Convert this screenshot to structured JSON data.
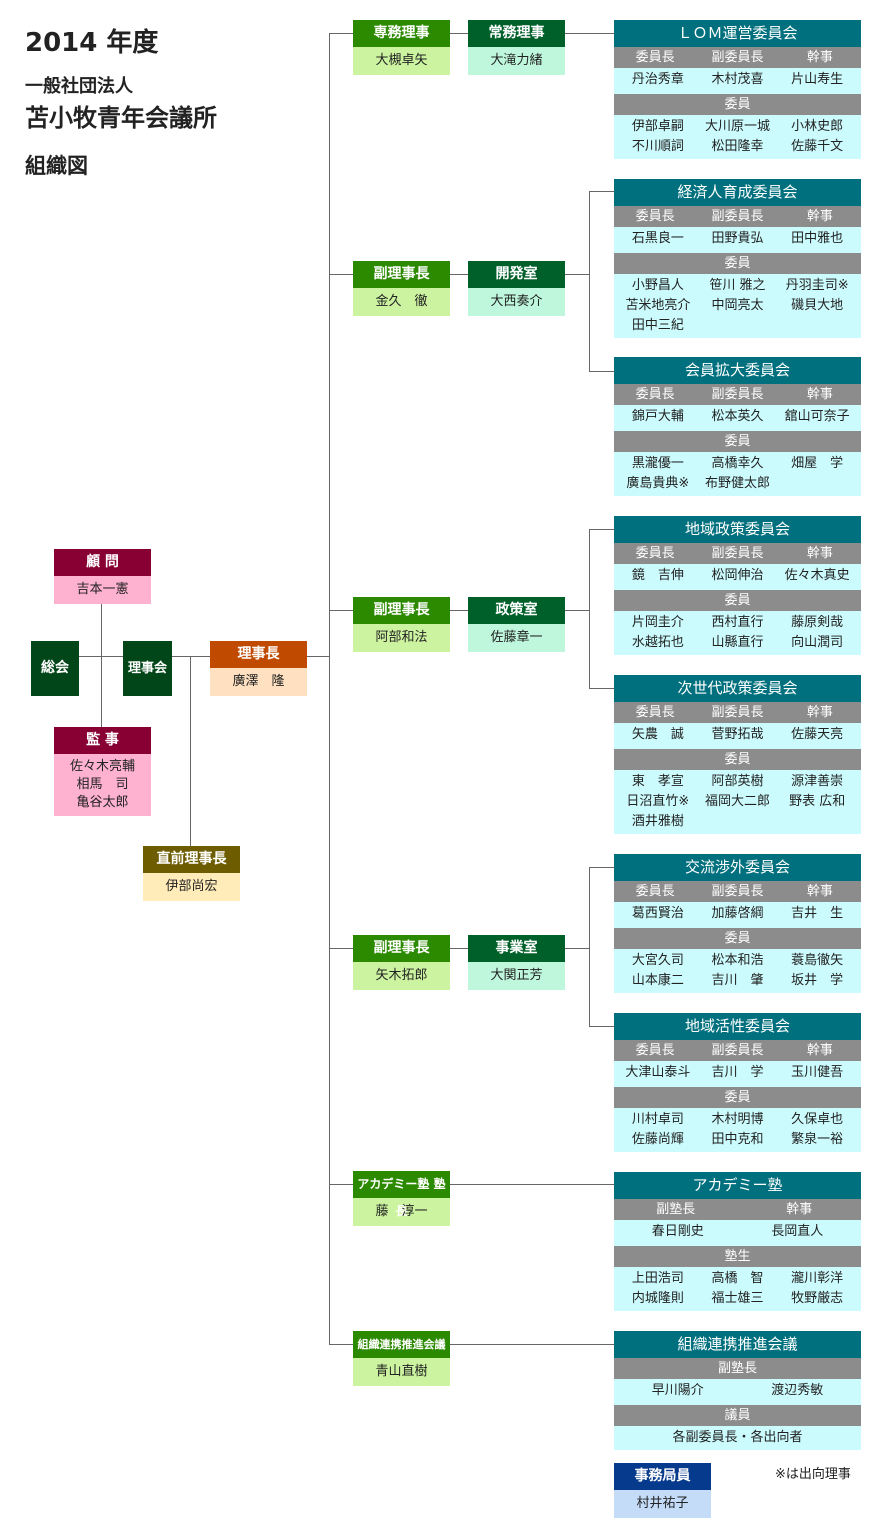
{
  "title": {
    "year": "2014 年度",
    "sub": "一般社団法人",
    "main": "苫小牧青年会議所",
    "org": "組織図"
  },
  "left": {
    "komon": {
      "label": "顧 問",
      "name": "吉本一憲"
    },
    "sokai": {
      "label": "総会"
    },
    "rijikai": {
      "label": "理事会"
    },
    "rijicho": {
      "label": "理事長",
      "name": "廣澤　隆"
    },
    "kanji": {
      "label": "監 事",
      "names": [
        "佐々木亮輔",
        "相馬　司",
        "亀谷太郎"
      ]
    },
    "zenrijicho": {
      "label": "直前理事長",
      "name": "伊部尚宏"
    }
  },
  "officers": [
    {
      "role": "専務理事",
      "name": "大槻卓矢"
    },
    {
      "role": "常務理事",
      "name": "大滝力緒"
    },
    {
      "role": "副理事長",
      "name": "金久　徹"
    },
    {
      "role": "開発室",
      "name": "大西奏介"
    },
    {
      "role": "副理事長",
      "name": "阿部和法"
    },
    {
      "role": "政策室",
      "name": "佐藤章一"
    },
    {
      "role": "副理事長",
      "name": "矢木拓郎"
    },
    {
      "role": "事業室",
      "name": "大関正芳"
    },
    {
      "role": "アカデミー塾 塾長",
      "name": "藤　淳一"
    },
    {
      "role": "組織連携推進会議",
      "name": "青山直樹"
    }
  ],
  "committees": [
    {
      "title": "ＬＯＭ運営委員会",
      "heads": [
        "委員長",
        "副委員長",
        "幹事"
      ],
      "leaders": [
        "丹治秀章",
        "木村茂喜",
        "片山寿生"
      ],
      "memberLabel": "委員",
      "members": [
        "伊部卓嗣",
        "大川原一城",
        "小林史郎",
        "不川順詞",
        "松田隆幸",
        "佐藤千文"
      ]
    },
    {
      "title": "経済人育成委員会",
      "heads": [
        "委員長",
        "副委員長",
        "幹事"
      ],
      "leaders": [
        "石黒良一",
        "田野貴弘",
        "田中雅也"
      ],
      "memberLabel": "委員",
      "members": [
        "小野昌人",
        "笹川 雅之",
        "丹羽圭司※",
        "苫米地亮介",
        "中岡亮太",
        "磯貝大地",
        "田中三紀",
        "",
        ""
      ]
    },
    {
      "title": "会員拡大委員会",
      "heads": [
        "委員長",
        "副委員長",
        "幹事"
      ],
      "leaders": [
        "錦戸大輔",
        "松本英久",
        "舘山可奈子"
      ],
      "memberLabel": "委員",
      "members": [
        "黒瀧優一",
        "高橋幸久",
        "畑屋　学",
        "廣島貴典※",
        "布野健太郎",
        ""
      ]
    },
    {
      "title": "地域政策委員会",
      "heads": [
        "委員長",
        "副委員長",
        "幹事"
      ],
      "leaders": [
        "鏡　吉伸",
        "松岡伸治",
        "佐々木真史"
      ],
      "memberLabel": "委員",
      "members": [
        "片岡圭介",
        "西村直行",
        "藤原剣哉",
        "水越拓也",
        "山縣直行",
        "向山潤司"
      ]
    },
    {
      "title": "次世代政策委員会",
      "heads": [
        "委員長",
        "副委員長",
        "幹事"
      ],
      "leaders": [
        "矢農　誠",
        "菅野拓哉",
        "佐藤天亮"
      ],
      "memberLabel": "委員",
      "members": [
        "東　孝宣",
        "阿部英樹",
        "源津善崇",
        "日沼直竹※",
        "福岡大二郎",
        "野表 広和",
        "酒井雅樹",
        "",
        ""
      ]
    },
    {
      "title": "交流渉外委員会",
      "heads": [
        "委員長",
        "副委員長",
        "幹事"
      ],
      "leaders": [
        "葛西賢治",
        "加藤啓綱",
        "吉井　生"
      ],
      "memberLabel": "委員",
      "members": [
        "大宮久司",
        "松本和浩",
        "蓑島徹矢",
        "山本康二",
        "吉川　肇",
        "坂井　学"
      ]
    },
    {
      "title": "地域活性委員会",
      "heads": [
        "委員長",
        "副委員長",
        "幹事"
      ],
      "leaders": [
        "大津山泰斗",
        "吉川　学",
        "玉川健吾"
      ],
      "memberLabel": "委員",
      "members": [
        "川村卓司",
        "木村明博",
        "久保卓也",
        "佐藤尚輝",
        "田中克和",
        "繁泉一裕"
      ]
    },
    {
      "title": "アカデミー塾",
      "heads": [
        "副塾長",
        "幹事"
      ],
      "leaders": [
        "春日剛史",
        "長岡直人"
      ],
      "memberLabel": "塾生",
      "members": [
        "上田浩司",
        "高橋　智",
        "瀧川彰洋",
        "内城隆則",
        "福士雄三",
        "牧野厳志"
      ]
    },
    {
      "title": "組織連携推進会議",
      "heads": [
        "副塾長"
      ],
      "leaders": [
        "早川陽介",
        "渡辺秀敏"
      ],
      "memberLabel": "議員",
      "members": [
        "各副委員長・各出向者"
      ]
    }
  ],
  "jimu": {
    "label": "事務局員",
    "name": "村井祐子"
  },
  "note": "※は出向理事",
  "colors": {
    "teal": "#00707e",
    "green": "#2c8a00",
    "darkgreen": "#00602a",
    "forest": "#004618",
    "maroon": "#880033",
    "orange": "#c04a00",
    "olive": "#6e5c00",
    "navy": "#063a8c"
  }
}
